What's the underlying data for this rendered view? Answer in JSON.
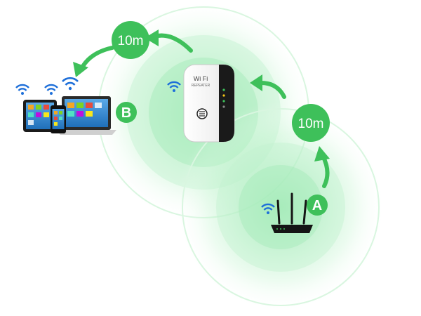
{
  "labels": {
    "distance_top": "10m",
    "distance_right": "10m",
    "point_a": "A",
    "point_b": "B"
  },
  "repeater_label": {
    "line1": "Wi Fi",
    "line2": "REPEATER"
  },
  "colors": {
    "accent_green": "#3ec05a",
    "ring_green": "#7ee39a",
    "wifi_blue": "#1e6fd9",
    "router_black": "#151515"
  },
  "icons": [
    "wifi-icon",
    "arrow-icon",
    "power-icon"
  ]
}
